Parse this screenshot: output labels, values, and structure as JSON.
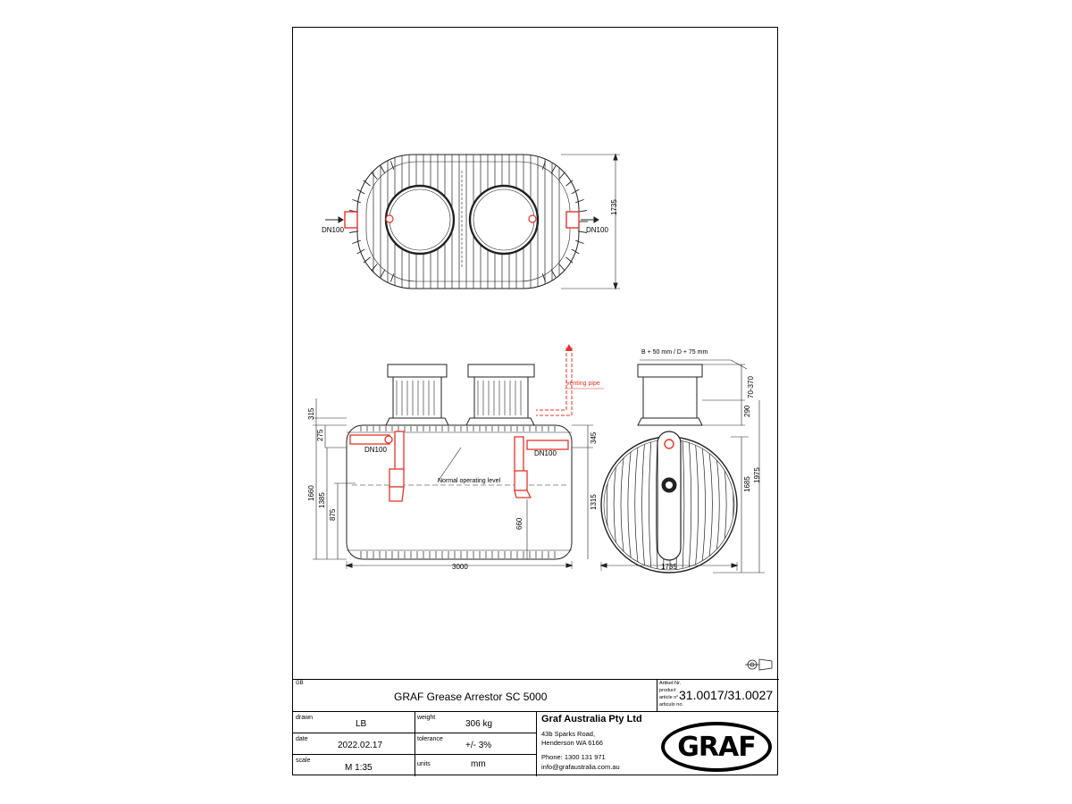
{
  "drawing": {
    "labels": {
      "dn_left_top": "DN100",
      "dn_right_top": "DN100",
      "dn_left_side": "DN100",
      "dn_right_side": "DN100",
      "venting_pipe": "venting pipe",
      "operating_level": "Normal operating level",
      "ext_note": "B + 50 mm / D + 75 mm"
    },
    "dimensions": {
      "top_height": "1735",
      "side_315": "315",
      "side_275": "275",
      "side_1660": "1660",
      "side_1385": "1385",
      "side_875": "875",
      "side_660": "660",
      "side_345": "345",
      "side_1315": "1315",
      "side_3000": "3000",
      "end_70_370": "70-370",
      "end_290": "290",
      "end_1685": "1685",
      "end_1975": "1975",
      "end_1735": "1735"
    },
    "colors": {
      "line": "#222222",
      "pipe": "#e8332a",
      "pipe_fill": "#ff5a4a"
    }
  },
  "title_block": {
    "lang": "GB",
    "title": "GRAF Grease Arrestor SC 5000",
    "article_label_1": "Artikel-Nr.",
    "article_label_2": "product",
    "article_label_3": "article n°",
    "article_label_4": "articulo no.",
    "article_number": "31.0017/31.0027",
    "drawn_label": "drawn",
    "drawn_value": "LB",
    "date_label": "date",
    "date_value": "2022.02.17",
    "scale_label": "scale",
    "scale_value": "M 1:35",
    "weight_label": "weight",
    "weight_value": "306 kg",
    "tolerance_label": "tolerance",
    "tolerance_value": "+/- 3%",
    "units_label": "units",
    "units_value": "mm",
    "company": "Graf Australia Pty Ltd",
    "address_1": "43b Sparks Road,",
    "address_2": "Henderson WA 6166",
    "phone": "Phone: 1300 131 971",
    "email": "info@grafaustralia.com.au",
    "logo_text": "GRAF",
    "projection_icon": "third-angle-projection-icon"
  }
}
